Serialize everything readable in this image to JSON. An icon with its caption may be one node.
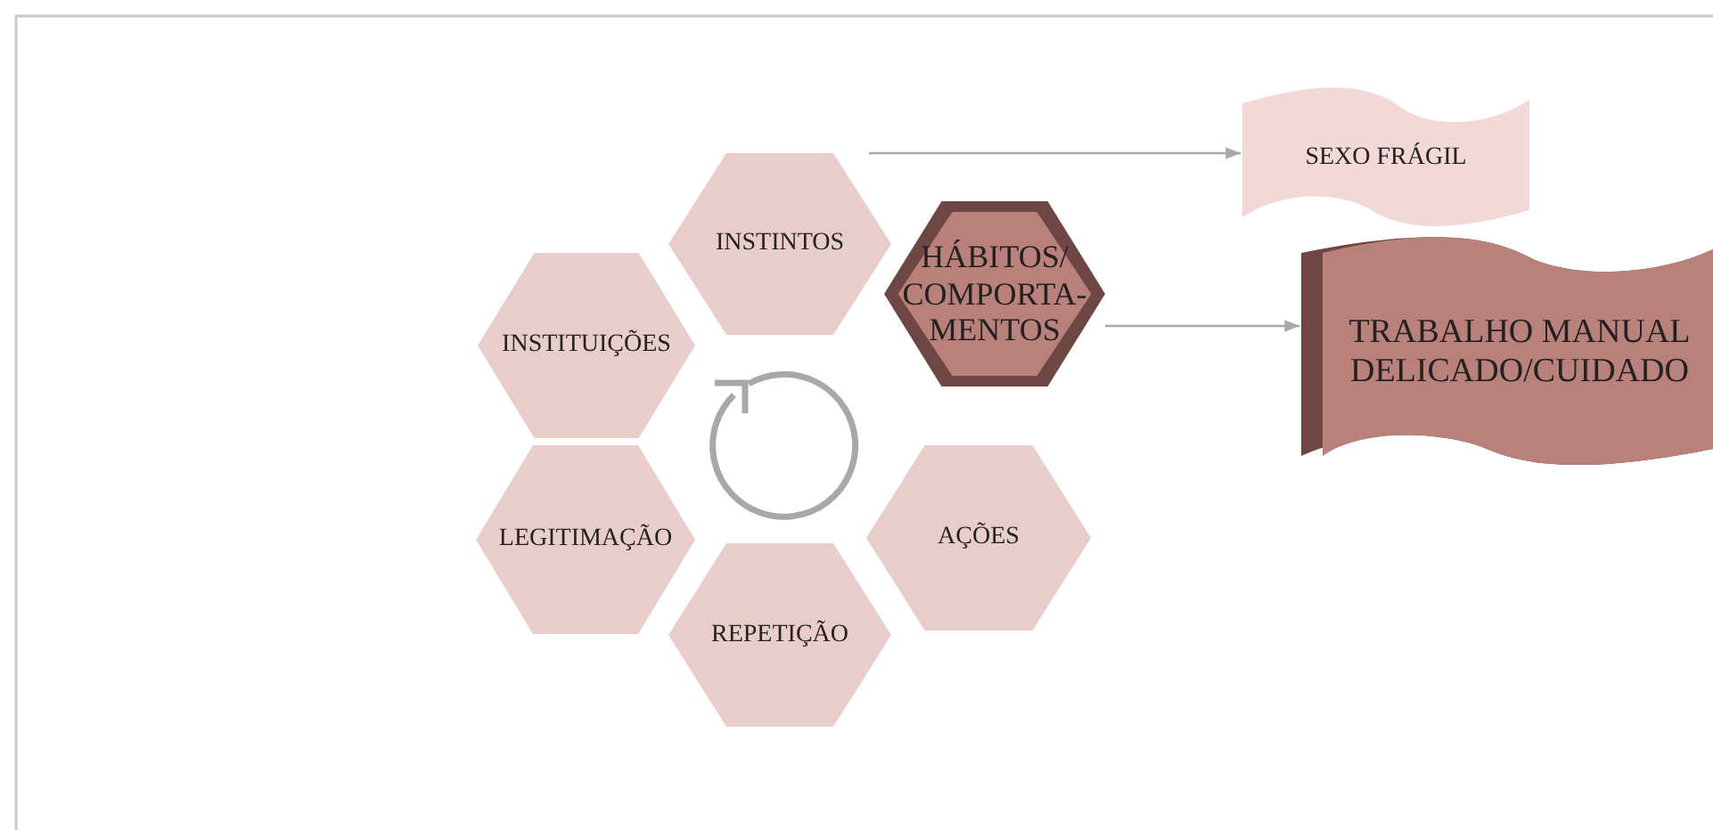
{
  "diagram": {
    "nodes": [
      {
        "text": [
          "INSTINTOS"
        ]
      },
      {
        "text": [
          "SEXO FRÁGIL"
        ]
      },
      {
        "text": [
          "INSTITUIÇÕES"
        ]
      },
      {
        "text": [
          "HÁBITOS/ COMPORTA- MENTOS"
        ]
      },
      {
        "text": [
          "TRABALHO MANUAL DELICADO/CUIDADO"
        ]
      },
      {
        "text": [
          "LEGITIMAÇÃO"
        ]
      },
      {
        "text": [
          "AÇÕES"
        ]
      },
      {
        "text": [
          "REPETIÇÃO"
        ]
      }
    ],
    "edges": [
      {
        "from": 0,
        "to": 1,
        "arrow": "to"
      },
      {
        "from": 3,
        "to": 4,
        "arrow": "to"
      }
    ]
  }
}
